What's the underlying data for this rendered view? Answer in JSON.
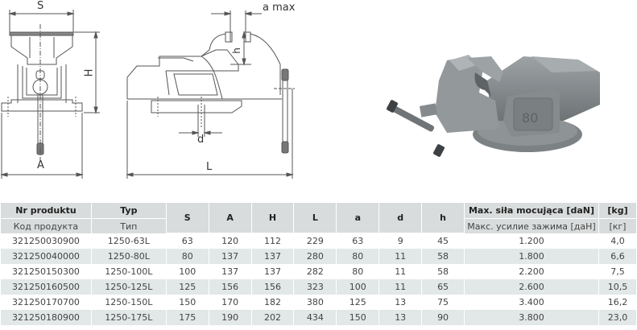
{
  "drawing": {
    "labels": {
      "S": "S",
      "H": "H",
      "A": "A",
      "a_max": "a max",
      "h": "h",
      "d": "d",
      "L": "L"
    },
    "photo_jaw_marking": "80"
  },
  "table": {
    "headers": {
      "nr": {
        "pl": "Nr produktu",
        "ru": "Код продукта"
      },
      "typ": {
        "pl": "Typ",
        "ru": "Тип"
      },
      "S": "S",
      "A": "A",
      "H": "H",
      "L": "L",
      "a": "a",
      "d": "d",
      "h": "h",
      "max": {
        "pl": "Max. siła mocująca [daN]",
        "ru": "Макс. усилие зажима [даН]"
      },
      "kg": {
        "pl": "[kg]",
        "ru": "[кг]"
      }
    },
    "rows": [
      {
        "nr": "321250030900",
        "typ": "1250-63L",
        "S": "63",
        "A": "120",
        "H": "112",
        "L": "229",
        "a": "63",
        "d": "9",
        "h": "45",
        "max": "1.200",
        "kg": "4,0"
      },
      {
        "nr": "321250040000",
        "typ": "1250-80L",
        "S": "80",
        "A": "137",
        "H": "137",
        "L": "280",
        "a": "80",
        "d": "11",
        "h": "58",
        "max": "1.800",
        "kg": "6,6"
      },
      {
        "nr": "321250150300",
        "typ": "1250-100L",
        "S": "100",
        "A": "137",
        "H": "137",
        "L": "282",
        "a": "80",
        "d": "11",
        "h": "58",
        "max": "2.200",
        "kg": "7,5"
      },
      {
        "nr": "321250160500",
        "typ": "1250-125L",
        "S": "125",
        "A": "156",
        "H": "156",
        "L": "323",
        "a": "100",
        "d": "11",
        "h": "65",
        "max": "2.600",
        "kg": "10,5"
      },
      {
        "nr": "321250170700",
        "typ": "1250-150L",
        "S": "150",
        "A": "170",
        "H": "182",
        "L": "380",
        "a": "125",
        "d": "13",
        "h": "75",
        "max": "3.400",
        "kg": "16,2"
      },
      {
        "nr": "321250180900",
        "typ": "1250-175L",
        "S": "175",
        "A": "190",
        "H": "202",
        "L": "434",
        "a": "150",
        "d": "13",
        "h": "90",
        "max": "3.800",
        "kg": "23,0"
      }
    ]
  },
  "colors": {
    "header_bg": "#d9dcdc",
    "row_alt_bg": "#e2e7e8",
    "line": "#555555",
    "vise_body": "#8a8f92"
  }
}
